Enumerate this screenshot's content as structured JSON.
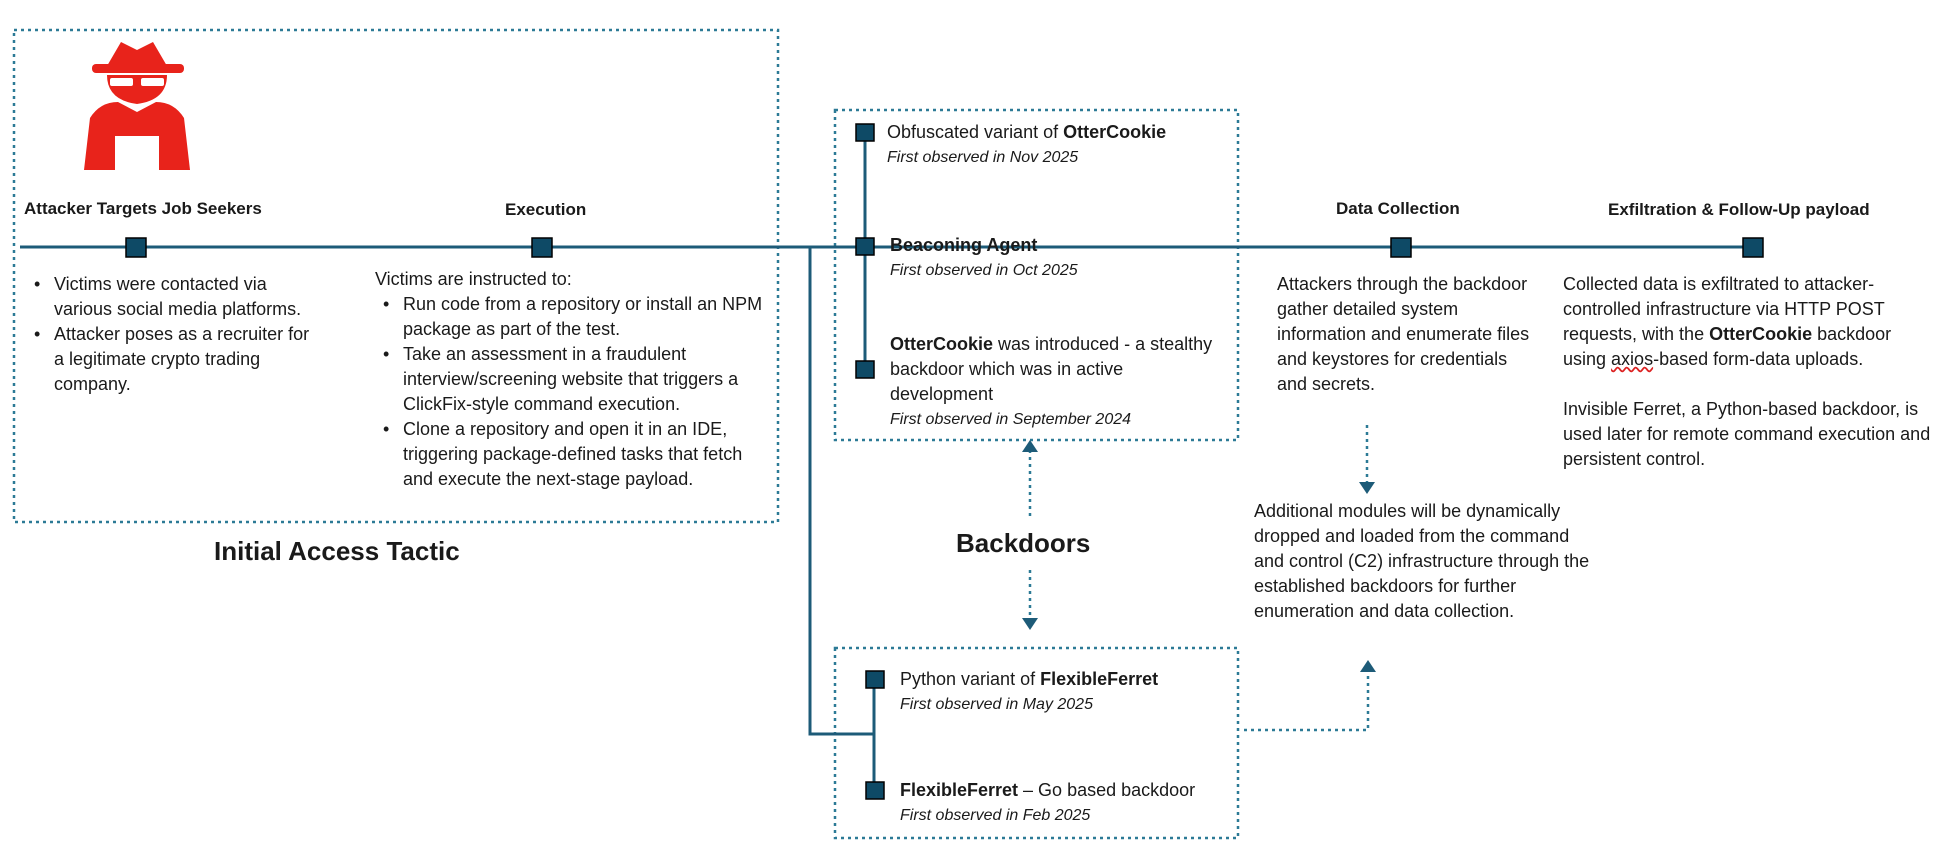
{
  "colors": {
    "timeline": "#1d5b78",
    "node": "#0e4a66",
    "attacker": "#e8231b",
    "dotted": "#2c7a96"
  },
  "attacker_icon": "hacker-spy-icon",
  "stages": {
    "targets": {
      "title": "Attacker Targets Job Seekers",
      "bullets": [
        "Victims were contacted via various social media platforms.",
        "Attacker poses as a recruiter for a legitimate crypto trading company."
      ]
    },
    "execution": {
      "title": "Execution",
      "intro": "Victims are instructed to:",
      "bullets": [
        "Run code from a repository or install an NPM package as part of the test.",
        "Take an assessment in a fraudulent interview/screening website that triggers a ClickFix-style command execution.",
        "Clone a repository and open it in an IDE, triggering package-defined tasks that fetch and execute the next-stage payload."
      ]
    },
    "data_collection": {
      "title": "Data Collection",
      "text": "Attackers through the backdoor gather detailed system information and enumerate files and keystores for credentials and secrets.",
      "additional": "Additional modules will be dynamically dropped and loaded from the command and control (C2) infrastructure through the established backdoors for further enumeration and data collection."
    },
    "exfiltration": {
      "title": "Exfiltration & Follow-Up payload",
      "p1_before": "Collected data is exfiltrated to attacker-controlled infrastructure via HTTP POST requests, with the ",
      "p1_bold": "OtterCookie",
      "p1_mid": " backdoor using ",
      "p1_underlined": "axios",
      "p1_after": "-based form-data uploads.",
      "p2": "Invisible Ferret, a Python-based backdoor, is used later for remote command execution and persistent control."
    }
  },
  "initial_access_label": "Initial Access Tactic",
  "backdoors_label": "Backdoors",
  "otter_items": [
    {
      "pre": "Obfuscated variant of ",
      "bold": "OtterCookie",
      "post": "",
      "sub": "First observed in Nov 2025"
    },
    {
      "pre": "",
      "bold": "Beaconing Agent",
      "post": "",
      "sub": "First observed in Oct 2025"
    },
    {
      "pre": "",
      "bold": "OtterCookie",
      "post": " was introduced - a stealthy backdoor which was in active development",
      "sub": "First observed in September 2024"
    }
  ],
  "ferret_items": [
    {
      "pre": "Python variant of ",
      "bold": "FlexibleFerret",
      "post": "",
      "sub": "First observed in May 2025"
    },
    {
      "pre": "",
      "bold": "FlexibleFerret",
      "post": " – Go based backdoor",
      "sub": "First observed in Feb 2025"
    }
  ]
}
